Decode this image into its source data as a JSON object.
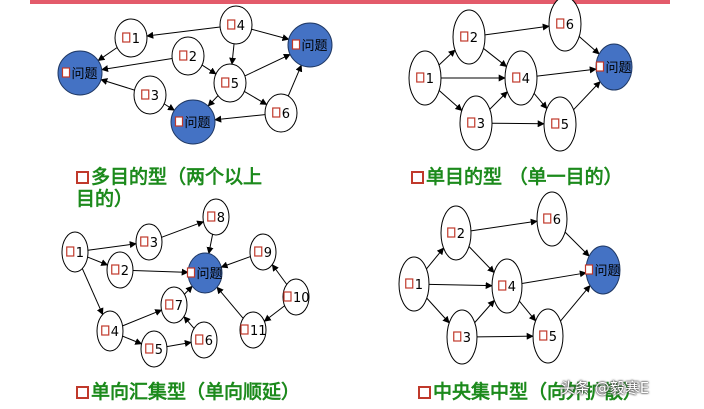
{
  "diagrams": [
    {
      "id": "multi",
      "caption_line1": "多目的型（两个以上",
      "caption_line2": "目的）",
      "nodes": [
        {
          "key": "n1",
          "label": "1",
          "kind": "oval"
        },
        {
          "key": "n2",
          "label": "2",
          "kind": "oval"
        },
        {
          "key": "n3",
          "label": "3",
          "kind": "oval"
        },
        {
          "key": "n4",
          "label": "4",
          "kind": "oval"
        },
        {
          "key": "n5",
          "label": "5",
          "kind": "oval"
        },
        {
          "key": "n6",
          "label": "6",
          "kind": "oval"
        },
        {
          "key": "pA",
          "label": "问题",
          "kind": "problem"
        },
        {
          "key": "pB",
          "label": "问题",
          "kind": "problem"
        },
        {
          "key": "pC",
          "label": "问题",
          "kind": "problem"
        }
      ],
      "edges": [
        [
          "n4",
          "n1"
        ],
        [
          "n1",
          "pA"
        ],
        [
          "n2",
          "pA"
        ],
        [
          "n2",
          "n5"
        ],
        [
          "n4",
          "n5"
        ],
        [
          "n4",
          "pB"
        ],
        [
          "n5",
          "pB"
        ],
        [
          "n5",
          "pC"
        ],
        [
          "n3",
          "pC"
        ],
        [
          "n5",
          "n6"
        ],
        [
          "n6",
          "pC"
        ],
        [
          "n6",
          "pB"
        ],
        [
          "n3",
          "pA"
        ]
      ]
    },
    {
      "id": "single",
      "caption_line1": "单目的型 （单一目的）",
      "caption_line2": "",
      "nodes": [
        {
          "key": "n1",
          "label": "1",
          "kind": "oval"
        },
        {
          "key": "n2",
          "label": "2",
          "kind": "oval"
        },
        {
          "key": "n3",
          "label": "3",
          "kind": "oval"
        },
        {
          "key": "n4",
          "label": "4",
          "kind": "oval"
        },
        {
          "key": "n5",
          "label": "5",
          "kind": "oval"
        },
        {
          "key": "n6",
          "label": "6",
          "kind": "oval"
        },
        {
          "key": "p",
          "label": "问题",
          "kind": "problem"
        }
      ],
      "edges": [
        [
          "n1",
          "n2"
        ],
        [
          "n1",
          "n4"
        ],
        [
          "n1",
          "n3"
        ],
        [
          "n2",
          "n6"
        ],
        [
          "n2",
          "n4"
        ],
        [
          "n3",
          "n4"
        ],
        [
          "n3",
          "n5"
        ],
        [
          "n4",
          "n5"
        ],
        [
          "n4",
          "p"
        ],
        [
          "n6",
          "p"
        ],
        [
          "n5",
          "p"
        ]
      ]
    },
    {
      "id": "converge",
      "caption_line1": "单向汇集型（单向顺延）",
      "caption_line2": "",
      "nodes": [
        {
          "key": "n1",
          "label": "1",
          "kind": "oval"
        },
        {
          "key": "n2",
          "label": "2",
          "kind": "oval"
        },
        {
          "key": "n3",
          "label": "3",
          "kind": "oval"
        },
        {
          "key": "n4",
          "label": "4",
          "kind": "oval"
        },
        {
          "key": "n5",
          "label": "5",
          "kind": "oval"
        },
        {
          "key": "n6",
          "label": "6",
          "kind": "oval"
        },
        {
          "key": "n7",
          "label": "7",
          "kind": "oval"
        },
        {
          "key": "n8",
          "label": "8",
          "kind": "oval"
        },
        {
          "key": "n9",
          "label": "9",
          "kind": "oval"
        },
        {
          "key": "n10",
          "label": "10",
          "kind": "oval"
        },
        {
          "key": "n11",
          "label": "11",
          "kind": "oval"
        },
        {
          "key": "p",
          "label": "问题",
          "kind": "problem"
        }
      ],
      "edges": [
        [
          "n1",
          "n3"
        ],
        [
          "n1",
          "n2"
        ],
        [
          "n1",
          "n4"
        ],
        [
          "n3",
          "n8"
        ],
        [
          "n2",
          "p"
        ],
        [
          "n8",
          "p"
        ],
        [
          "n9",
          "p"
        ],
        [
          "n10",
          "n9"
        ],
        [
          "n10",
          "n11"
        ],
        [
          "n11",
          "p"
        ],
        [
          "n4",
          "n7"
        ],
        [
          "n4",
          "n5"
        ],
        [
          "n5",
          "n6"
        ],
        [
          "n6",
          "n7"
        ],
        [
          "n7",
          "p"
        ]
      ]
    },
    {
      "id": "central",
      "caption_line1": "中央集中型（向外扩散）",
      "caption_line2": "",
      "nodes": [
        {
          "key": "n1",
          "label": "1",
          "kind": "oval"
        },
        {
          "key": "n2",
          "label": "2",
          "kind": "oval"
        },
        {
          "key": "n3",
          "label": "3",
          "kind": "oval"
        },
        {
          "key": "n4",
          "label": "4",
          "kind": "oval"
        },
        {
          "key": "n5",
          "label": "5",
          "kind": "oval"
        },
        {
          "key": "n6",
          "label": "6",
          "kind": "oval"
        },
        {
          "key": "p",
          "label": "问题",
          "kind": "problem"
        }
      ],
      "edges": [
        [
          "n1",
          "n2"
        ],
        [
          "n1",
          "n4"
        ],
        [
          "n1",
          "n3"
        ],
        [
          "n2",
          "n6"
        ],
        [
          "n2",
          "n4"
        ],
        [
          "n3",
          "n4"
        ],
        [
          "n3",
          "n5"
        ],
        [
          "n4",
          "n5"
        ],
        [
          "n4",
          "p"
        ],
        [
          "n6",
          "p"
        ],
        [
          "n5",
          "p"
        ]
      ]
    }
  ],
  "colors": {
    "problem_fill": "#4472c4",
    "problem_stroke": "#1f3864",
    "oval_stroke": "#000000",
    "edge": "#000000",
    "caption": "#1c8a1c",
    "marker": "#c0392b"
  },
  "watermark": "头条 @毅寒E"
}
